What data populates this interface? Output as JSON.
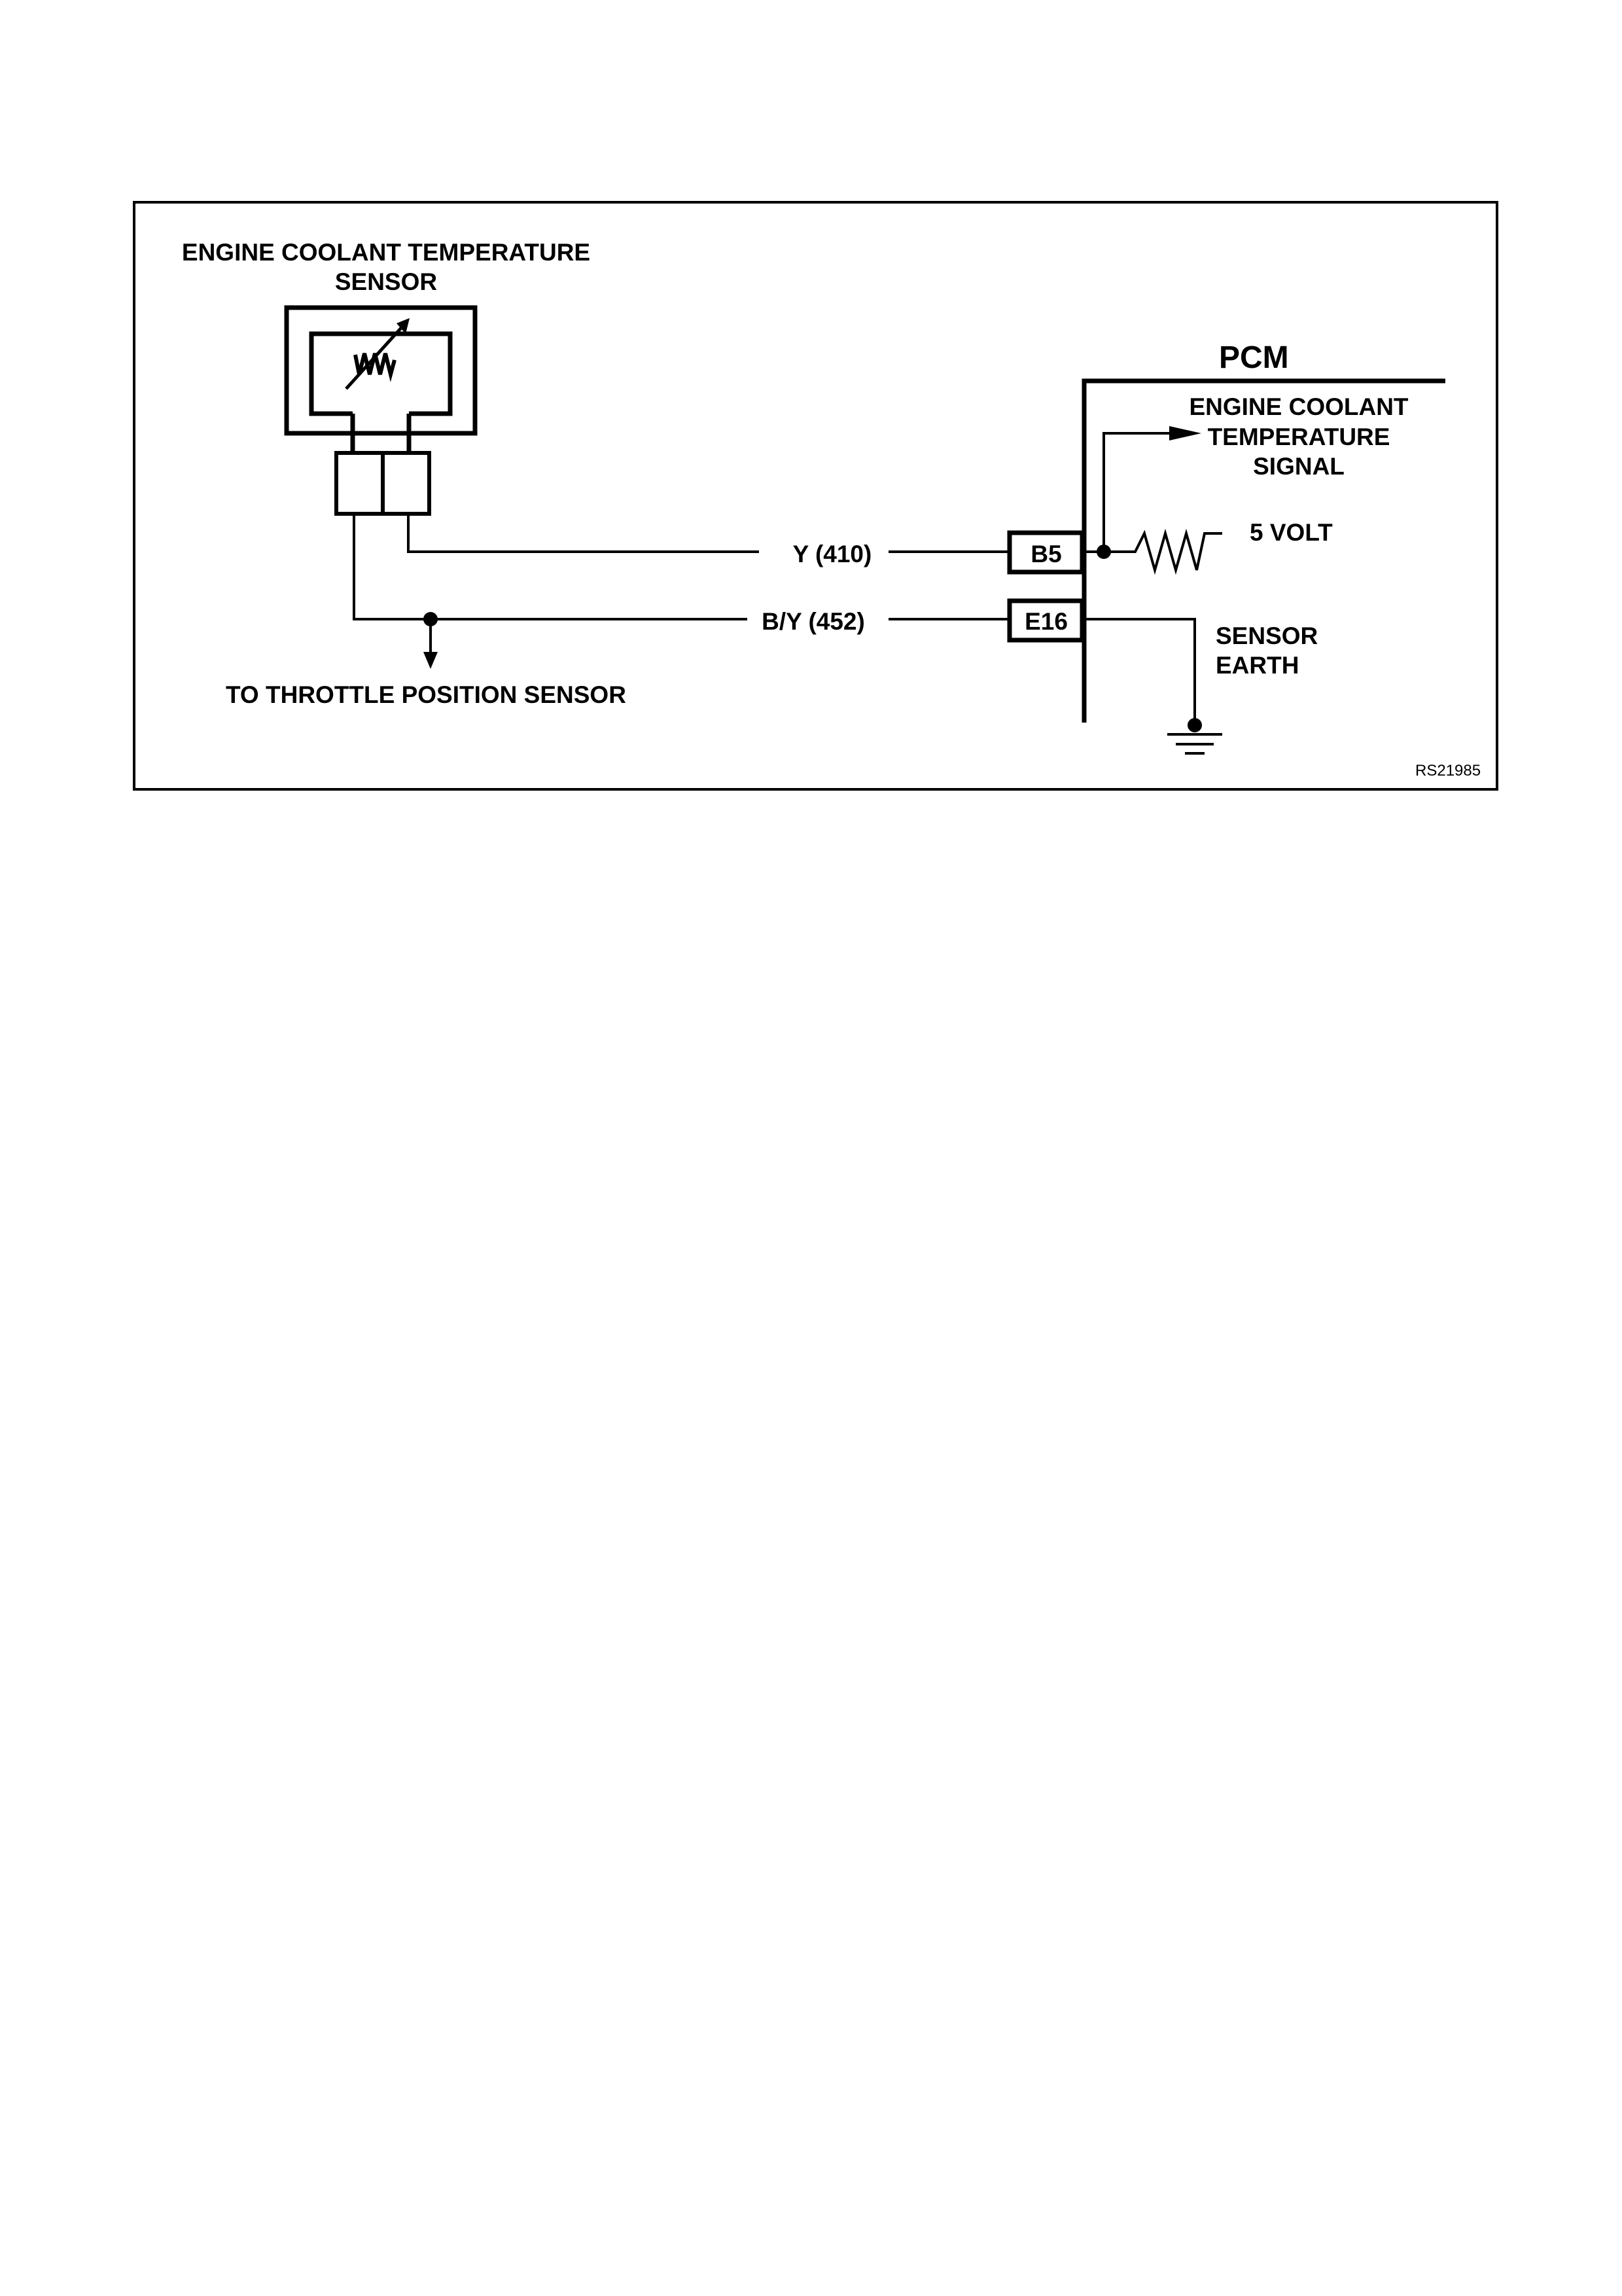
{
  "sensor": {
    "title_line1": "ENGINE COOLANT TEMPERATURE",
    "title_line2": "SENSOR"
  },
  "pcm": {
    "title": "PCM",
    "signal_line1": "ENGINE COOLANT",
    "signal_line2": "TEMPERATURE",
    "signal_line3": "SIGNAL",
    "reference_voltage": "5 VOLT",
    "earth_line1": "SENSOR",
    "earth_line2": "EARTH"
  },
  "wires": {
    "signal_wire": "Y (410)",
    "earth_wire": "B/Y (452)"
  },
  "pins": {
    "signal_pin": "B5",
    "earth_pin": "E16"
  },
  "tps_label": "TO THROTTLE POSITION SENSOR",
  "figure_ref": "RS21985"
}
